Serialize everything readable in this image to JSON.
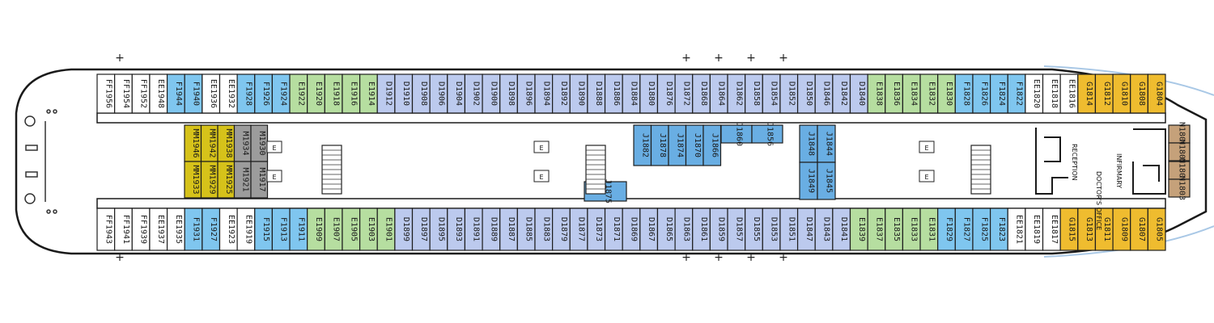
{
  "colors": {
    "FF": "#ffffff",
    "EE": "#ffffff",
    "E": "#b6dea0",
    "F": "#7fc6ef",
    "D": "#bccaee",
    "J": "#69aee3",
    "G": "#efbc2f",
    "N": "#c5a17a",
    "MM": "#d6c21a",
    "M": "#9c9c9c",
    "outline": "#1e1e1e",
    "stair": "#ffffff"
  },
  "top_row": [
    "FF1956",
    "FF1954",
    "FF1952",
    "EE1948",
    "F1944",
    "F1940",
    "EE1936",
    "EE1932",
    "F1928",
    "F1926",
    "F1924",
    "E1922",
    "E1920",
    "E1918",
    "E1916",
    "E1914",
    "D1912",
    "D1910",
    "D1908",
    "D1906",
    "D1904",
    "D1902",
    "D1900",
    "D1898",
    "D1896",
    "D1894",
    "D1892",
    "D1890",
    "D1888",
    "D1886",
    "D1884",
    "D1880",
    "D1876",
    "D1872",
    "D1868",
    "D1864",
    "D1862",
    "D1858",
    "D1854",
    "D1852",
    "D1850",
    "D1846",
    "D1842",
    "D1840",
    "E1838",
    "E1836",
    "E1834",
    "E1832",
    "E1830",
    "F1828",
    "F1826",
    "F1824",
    "F1822",
    "EE1820",
    "EE1818",
    "EE1816",
    "G1814",
    "G1812",
    "G1810",
    "G1808",
    "G1804"
  ],
  "bottom_row": [
    "FF1943",
    "FF1941",
    "FF1939",
    "EE1937",
    "EE1935",
    "F1931",
    "F1927",
    "EE1923",
    "EE1919",
    "F1915",
    "F1913",
    "F1911",
    "E1909",
    "E1907",
    "E1905",
    "E1903",
    "E1901",
    "D1899",
    "D1897",
    "D1895",
    "D1893",
    "D1891",
    "D1889",
    "D1887",
    "D1885",
    "D1883",
    "D1879",
    "D1877",
    "D1873",
    "D1871",
    "D1869",
    "D1867",
    "D1865",
    "D1863",
    "D1861",
    "D1859",
    "D1857",
    "D1855",
    "D1853",
    "D1851",
    "D1847",
    "D1843",
    "D1841",
    "E1839",
    "E1837",
    "E1835",
    "E1833",
    "E1831",
    "F1829",
    "F1827",
    "F1825",
    "F1823",
    "EE1821",
    "EE1819",
    "EE1817",
    "G1815",
    "G1813",
    "G1811",
    "G1809",
    "G1807",
    "G1805"
  ],
  "mm_block": [
    "MM1946",
    "MM1942",
    "MM1938",
    "M1934",
    "M1930",
    "MM1933",
    "MM1929",
    "MM1925",
    "M1921",
    "M1917"
  ],
  "j_block_left": [
    "J1882",
    "J1878",
    "J1874",
    "J1870",
    "J1866"
  ],
  "j_wide": [
    "J1860",
    "J1856",
    "J1875"
  ],
  "j_block_right": [
    "J1848",
    "J1844",
    "J1849",
    "J1845"
  ],
  "n_block": [
    "N1800",
    "N1802",
    "N1801",
    "N1803"
  ],
  "labels": {
    "reception": "RECEPTION",
    "infirmary": "INFIRMARY",
    "doctors_office": "DOCTOR'S OFFICE",
    "elevator": "E"
  },
  "plus_marks": [
    "+",
    "+",
    "+",
    "+",
    "+",
    "+",
    "+",
    "+",
    "+",
    "+"
  ]
}
